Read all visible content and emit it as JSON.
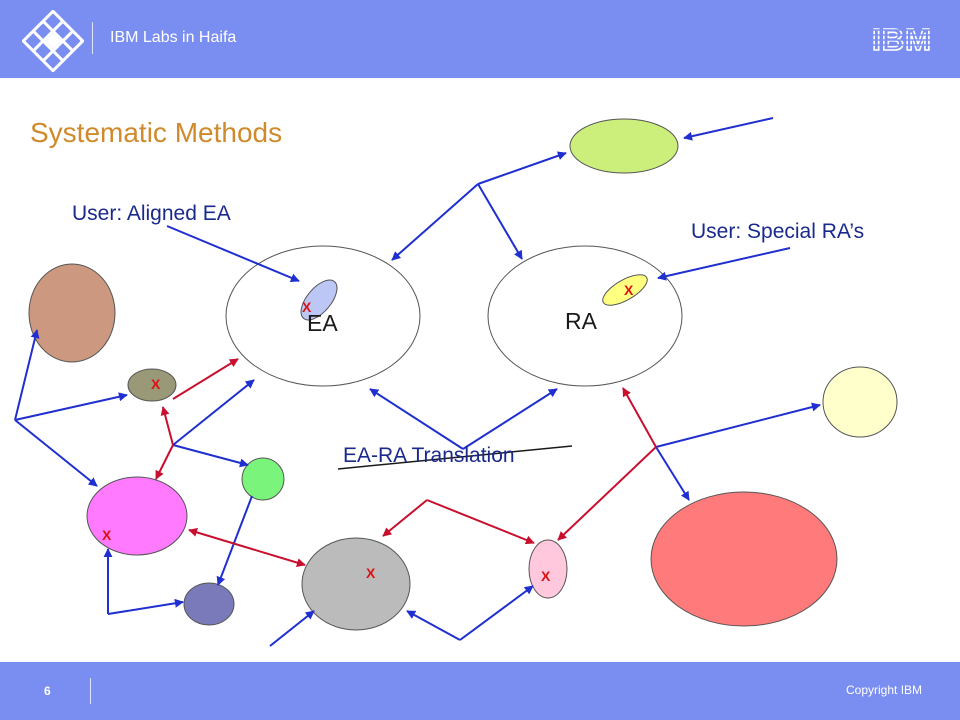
{
  "header": {
    "lab_name": "IBM Labs in Haifa",
    "brand": "IBM",
    "logo_icon": "diamond-grid-icon",
    "background": "#7a8ef2"
  },
  "slide": {
    "title": "Systematic Methods",
    "title_color": "#d08a2c"
  },
  "labels": {
    "aligned_ea": "User: Aligned EA",
    "special_ra": "User: Special RA’s",
    "translation": "EA-RA Translation"
  },
  "nodes": {
    "ea": "EA",
    "ra": "RA",
    "mark": "X"
  },
  "footer": {
    "page_number": "6",
    "copyright": "Copyright IBM"
  }
}
